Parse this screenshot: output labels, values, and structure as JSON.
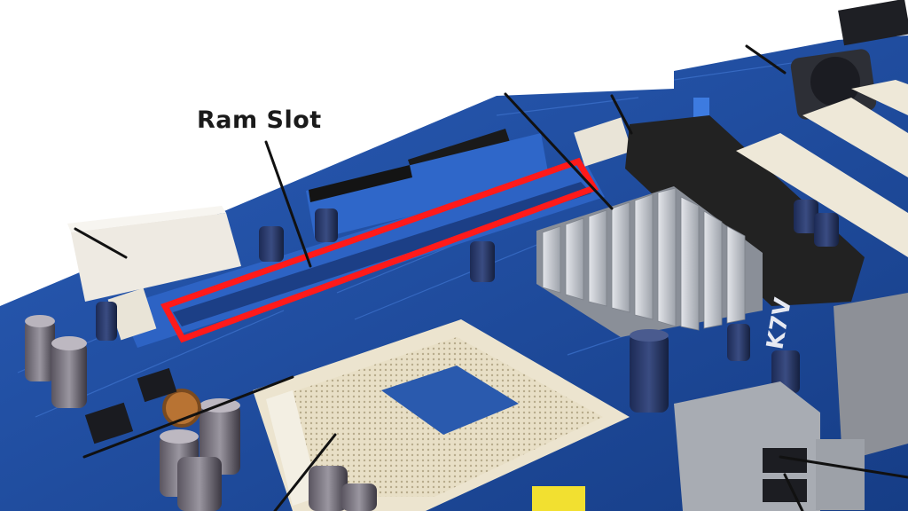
{
  "photo": {
    "subject": "motherboard",
    "board_text": "K7V",
    "highlight_color": "#ff1a1a"
  },
  "annotation": {
    "label": "Ram Slot"
  },
  "colors": {
    "pcb": "#1f4fa8",
    "pcb_dark": "#163d86",
    "slot_blue": "#2f67c9",
    "heatsink": "#c9ccd2",
    "socket": "#ece4cf",
    "pci_white": "#eee8d8",
    "agp_black": "#222222",
    "pointer": "#111111"
  }
}
